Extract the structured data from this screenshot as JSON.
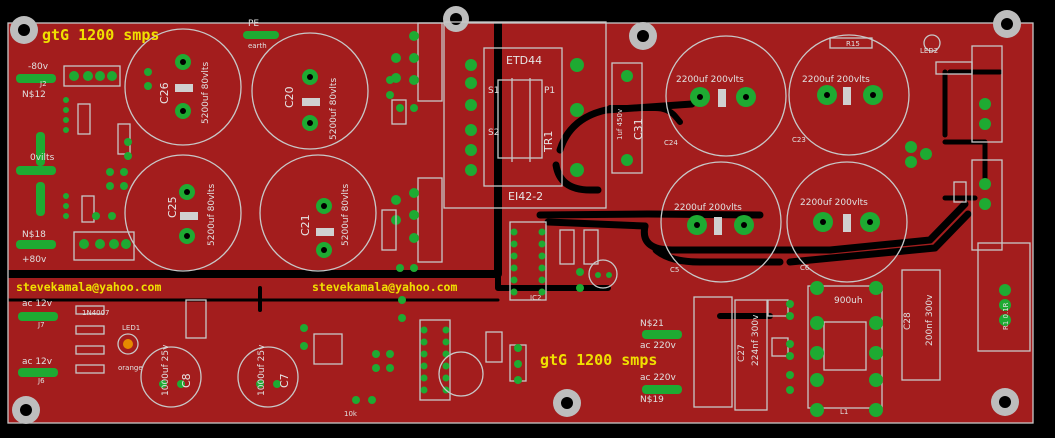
{
  "board": {
    "copper_color": "#a31d1d",
    "background_color": "#000000",
    "pad_color": "#1eaa32",
    "silk_color": "#e0e0e0",
    "title_color": "#f0e000"
  },
  "titles": {
    "top": "gtG 1200 smps",
    "bottom": "gtG 1200 smps",
    "email_left": "stevekamala@yahoo.com",
    "email_mid": "stevekamala@yahoo.com"
  },
  "connectors": {
    "minus80": "-80v",
    "n12": "N$12",
    "zero": "0vilts",
    "n18": "N$18",
    "plus80": "+80v",
    "ac12a": "ac 12v",
    "ac12b": "ac 12v",
    "pe": "PE",
    "earth": "earth",
    "n21": "N$21",
    "ac220a": "ac 220v",
    "ac220b": "ac 220v",
    "n19": "N$19",
    "j2": "J2",
    "j7": "J7",
    "j6": "J6"
  },
  "caps_big": {
    "c26_name": "C26",
    "c26_val": "5200uf 80vlts",
    "c20_name": "C20",
    "c20_val": "5200uf 80vlts",
    "c25_name": "C25",
    "c25_val": "5200uf 80vlts",
    "c21_name": "C21",
    "c21_val": "5200uf 80vlts"
  },
  "caps_hv": {
    "c24_name": "C24",
    "c24_val": "2200uf 200vlts",
    "c23_name": "C23",
    "c23_val": "2200uf 200vlts",
    "c5_name": "C5",
    "c5_val": "2200uf 200vlts",
    "c6_name": "C6",
    "c6_val": "2200uf 200vlts"
  },
  "transformer": {
    "core": "ETD44",
    "name": "TR1",
    "bobbin": "EI42-2",
    "s1": "S1",
    "s2": "S2",
    "p1": "P1"
  },
  "parts": {
    "c31_name": "C31",
    "c31_val": "1uf 450v",
    "c27_name": "C27",
    "c27_val": "224nf 300v",
    "c28_name": "C28",
    "c28_val": "200nf 300v",
    "choke": "900uh",
    "c8_name": "C8",
    "c8_val": "1000uf 25v",
    "c7_name": "C7",
    "c7_val": "1000uf 25v",
    "led1": "LED1",
    "led1_color": "orange",
    "led2": "LED2",
    "r15": "R15",
    "ic2": "IC2",
    "l1": "L1",
    "d1": "1N4007",
    "vr": "10k",
    "jp": "R1 0.1R"
  }
}
